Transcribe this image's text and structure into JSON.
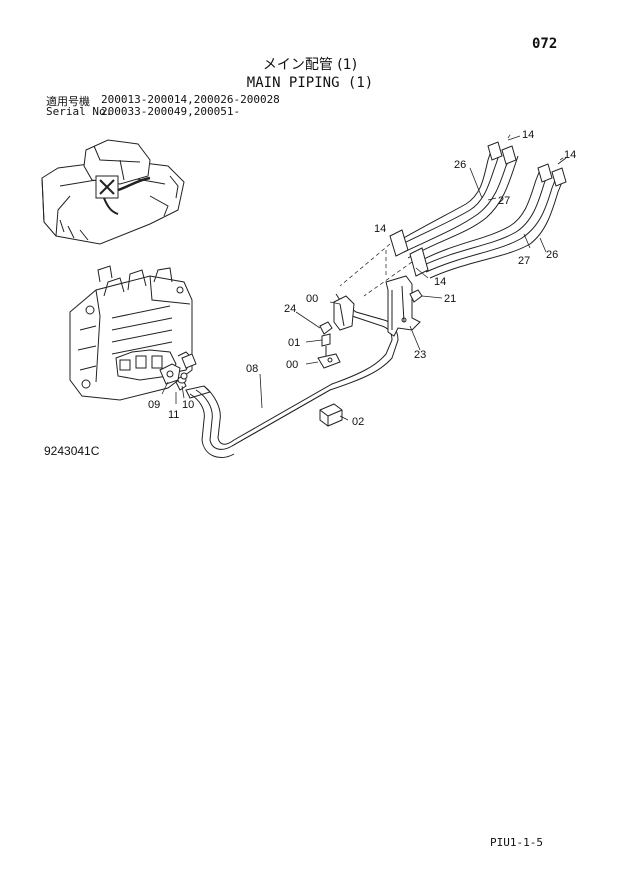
{
  "page": {
    "page_number": "072",
    "title_jp": "メイン配管 (1)",
    "title_en": "MAIN PIPING (1)",
    "serial_jp_label": "適用号機",
    "serial_jp_value": "200013-200014,200026-200028",
    "serial_en_label": "Serial No.",
    "serial_en_value": "200033-200049,200051-",
    "figure_number": "9243041C",
    "footer_code": "PIU1-1-5"
  },
  "callouts": {
    "c14a": "14",
    "c14b": "14",
    "c14c": "14",
    "c14d": "14",
    "c26a": "26",
    "c26b": "26",
    "c27a": "27",
    "c27b": "27",
    "c21": "21",
    "c23": "23",
    "c24": "24",
    "c00a": "00",
    "c01": "01",
    "c00b": "00",
    "c08": "08",
    "c02": "02",
    "c09": "09",
    "c10": "10",
    "c11": "11"
  }
}
